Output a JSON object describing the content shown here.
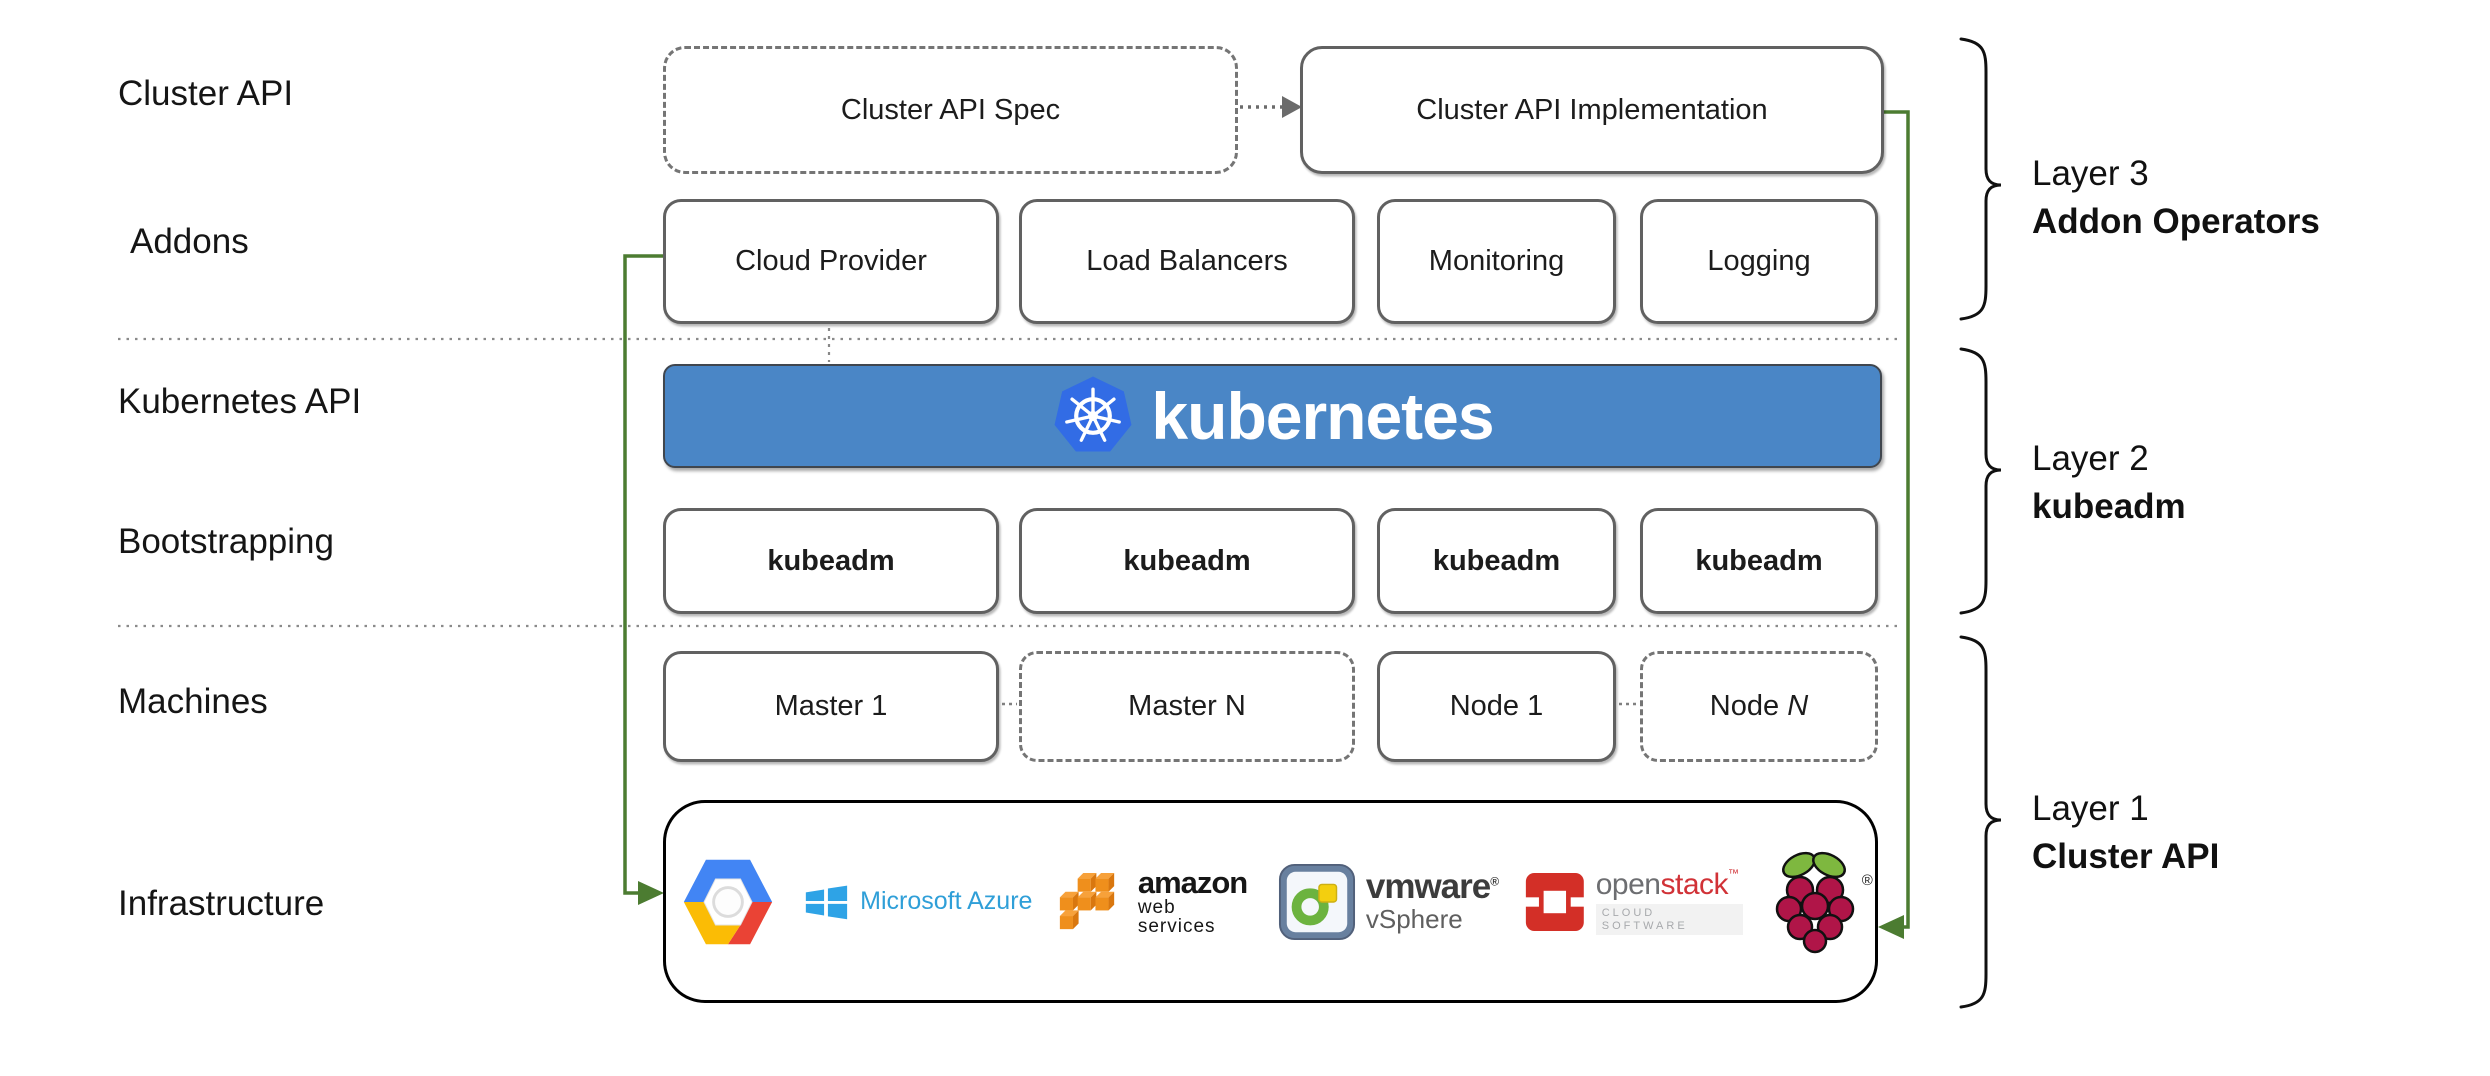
{
  "row_labels": {
    "cluster_api": "Cluster API",
    "addons": "Addons",
    "kubernetes_api": "Kubernetes API",
    "bootstrapping": "Bootstrapping",
    "machines": "Machines",
    "infrastructure": "Infrastructure"
  },
  "cluster_api_row": {
    "spec": "Cluster API Spec",
    "implementation": "Cluster API Implementation"
  },
  "addons_row": {
    "items": [
      "Cloud Provider",
      "Load Balancers",
      "Monitoring",
      "Logging"
    ]
  },
  "kubernetes_banner": {
    "label": "kubernetes"
  },
  "bootstrapping_row": {
    "items": [
      "kubeadm",
      "kubeadm",
      "kubeadm",
      "kubeadm"
    ]
  },
  "machines_row": {
    "master_1": "Master 1",
    "master_n": "Master N",
    "node_1": "Node 1",
    "node_n_prefix": "Node",
    "node_n_suffix": "N"
  },
  "infrastructure_row": {
    "azure_text": "Microsoft Azure",
    "aws_text": "amazon",
    "aws_subtext": "web services",
    "vmware_text": "vmware",
    "vmware_reg": "®",
    "vmware_subtext": "vSphere",
    "openstack_text_gray": "open",
    "openstack_text_red": "stack",
    "openstack_tm": "™",
    "openstack_subtext": "CLOUD SOFTWARE",
    "raspberry_reg": "®"
  },
  "layers": [
    {
      "title": "Layer 3",
      "subtitle": "Addon Operators"
    },
    {
      "title": "Layer 2",
      "subtitle": "kubeadm"
    },
    {
      "title": "Layer 1",
      "subtitle": "Cluster API"
    }
  ],
  "colors": {
    "banner_blue": "#4a86c6",
    "kubernetes_logo_blue": "#326ce5",
    "connector_green": "#4c7c31",
    "separator_gray": "#8a8a8a",
    "azure_blue": "#2f9fd8",
    "aws_orange": "#ef8f1c",
    "openstack_red": "#d32f27",
    "raspberry_crimson": "#b01548",
    "leaf_green": "#7eb83f"
  }
}
